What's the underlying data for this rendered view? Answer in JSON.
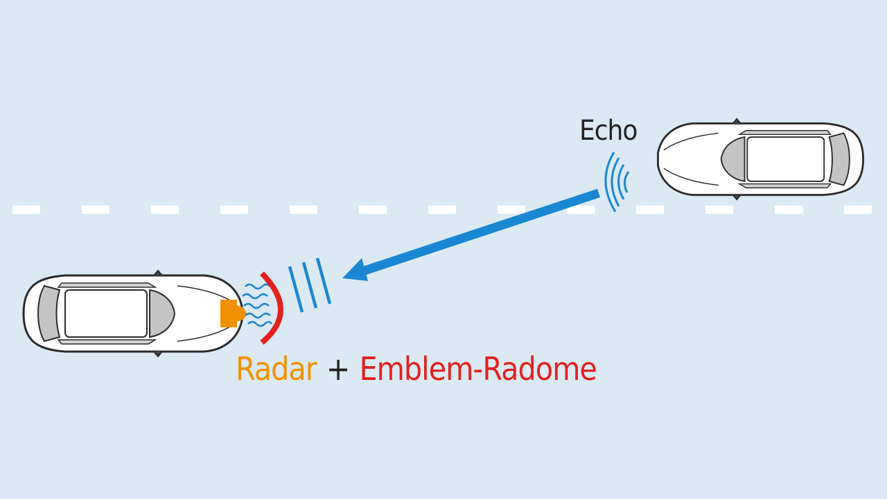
{
  "labels": {
    "echo": "Echo",
    "radar": "Radar",
    "plus": "+",
    "emblem_radome": "Emblem-Radome"
  },
  "colors": {
    "background": "#dbe9f3",
    "lane_marking": "#ffffff",
    "signal_blue": "#1a87d2",
    "radar_orange": "#f29100",
    "radome_red": "#e3211f",
    "text_dark": "#222222"
  },
  "icons": [
    "car-icon",
    "radar-sensor-icon",
    "radome-icon",
    "wave-icon",
    "arrow-icon"
  ]
}
